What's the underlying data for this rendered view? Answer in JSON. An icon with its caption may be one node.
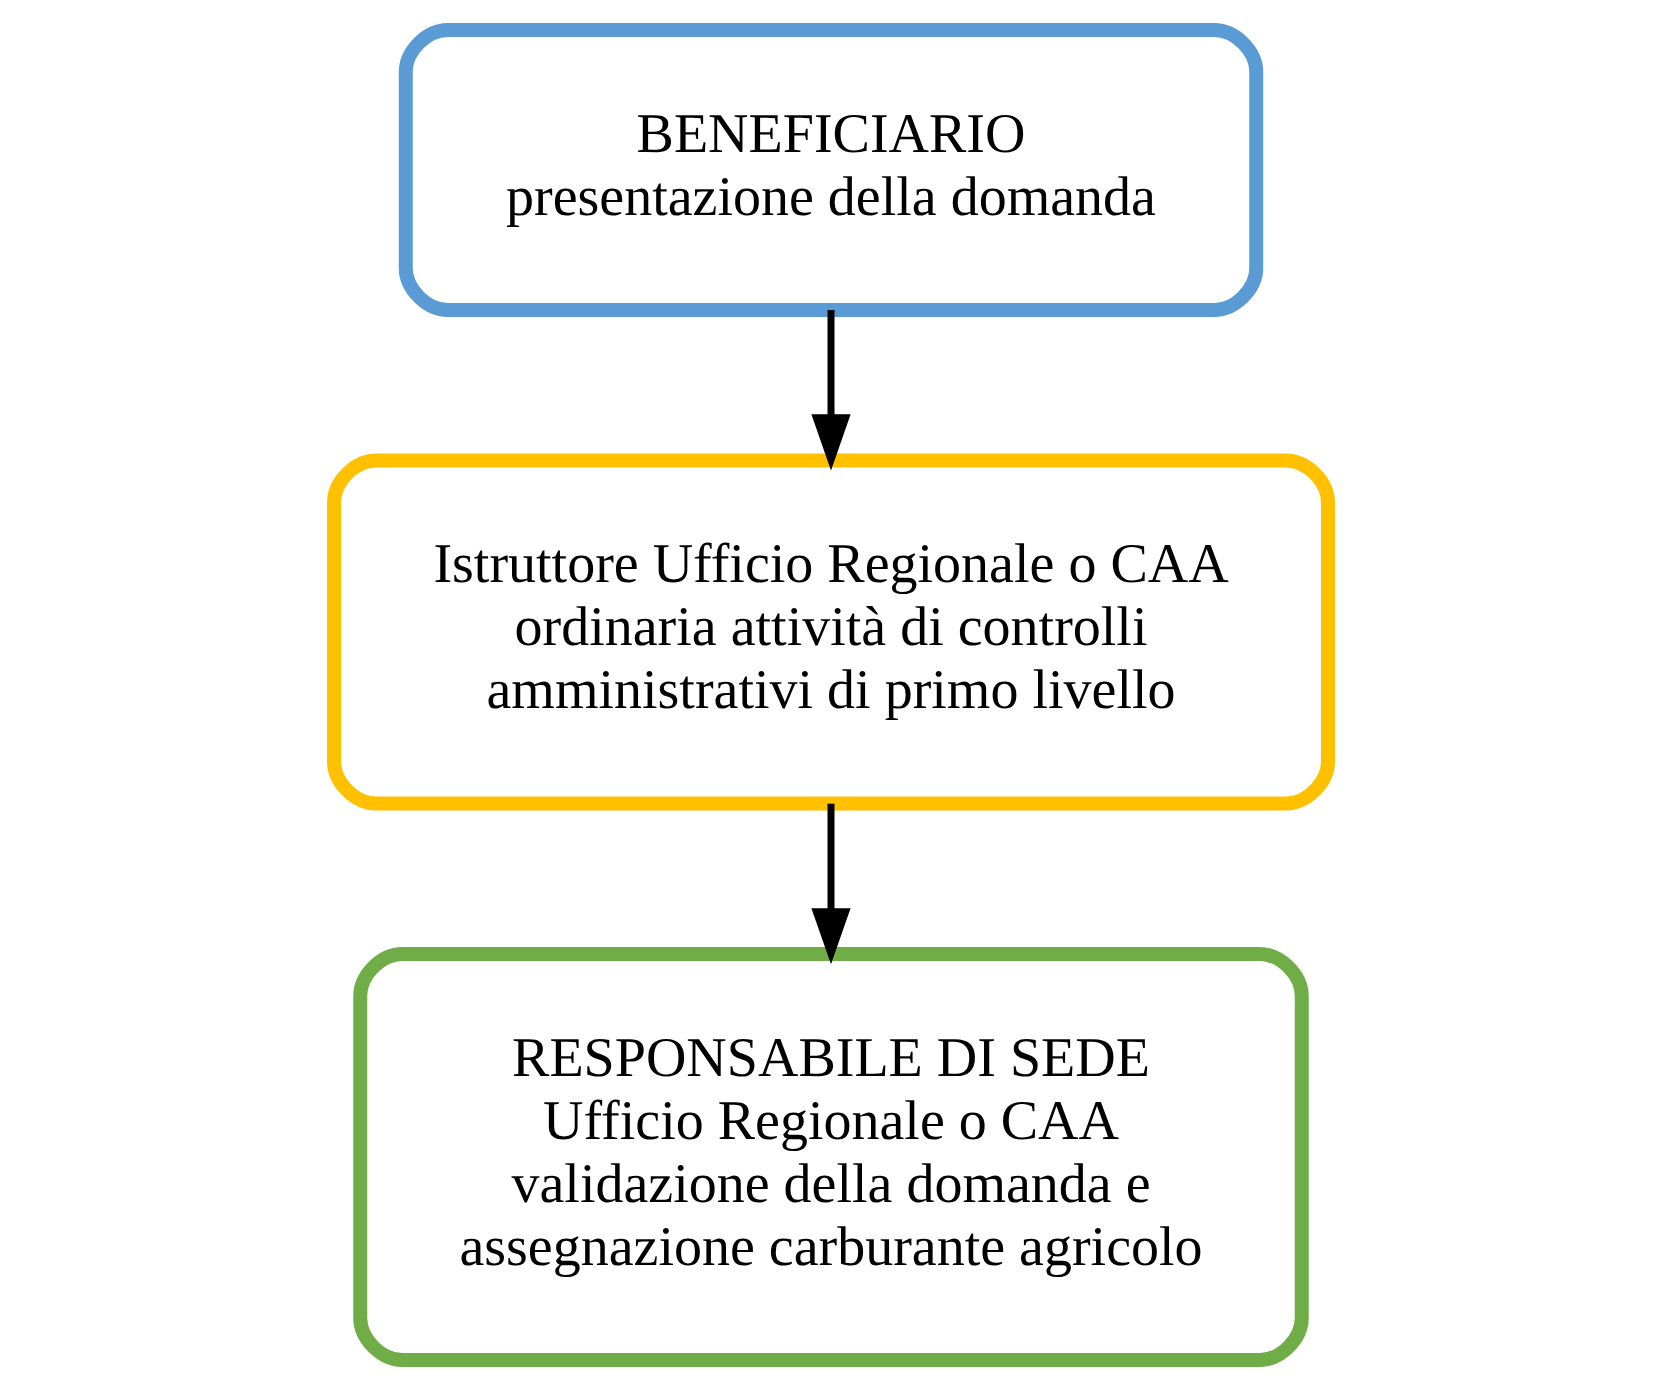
{
  "diagram": {
    "nodes": [
      {
        "text": [
          "BENEFICIARIO",
          "presentazione della domanda"
        ]
      },
      {
        "text": [
          "Istruttore Ufficio Regionale o CAA",
          "ordinaria attività di controlli amministrativi di primo livello"
        ]
      },
      {
        "text": [
          "RESPONSABILE DI SEDE",
          "Ufficio Regionale o CAA",
          "validazione della domanda e assegnazione carburante agricolo"
        ]
      }
    ],
    "edges": [
      {
        "from": 0,
        "to": 1,
        "arrow": "to"
      },
      {
        "from": 1,
        "to": 2,
        "arrow": "to"
      }
    ]
  }
}
